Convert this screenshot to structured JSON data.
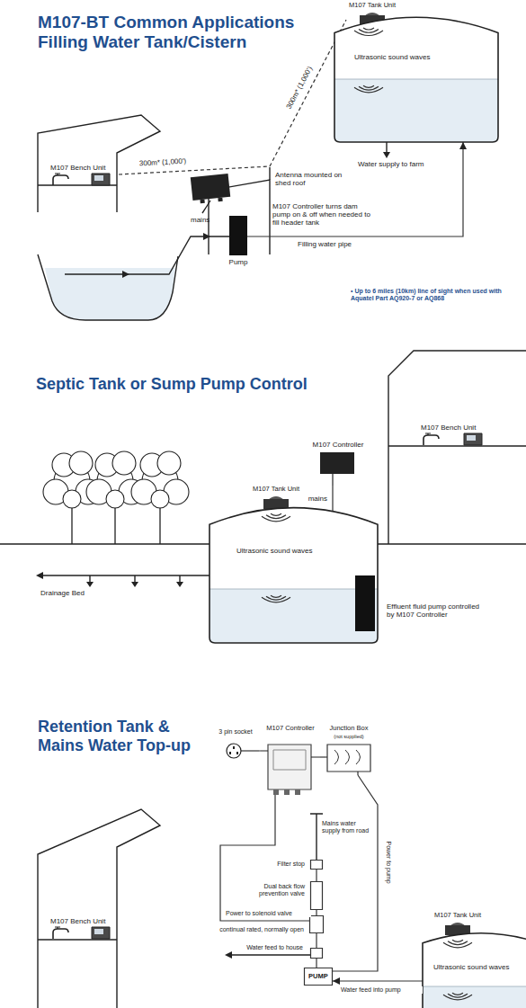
{
  "diagram": {
    "title": "M107-BT Common Applications Filling Water Tank/Cistern",
    "nodes": [
      {
        "text": [
          "M107 Bench Unit"
        ]
      },
      {
        "text": [
          "M107 Controller turns dam pump on & off when needed to fill header tank"
        ]
      },
      {
        "text": [
          "Pump"
        ]
      },
      {
        "text": [
          "M107 Tank Unit"
        ]
      },
      {
        "text": [
          "Ultrasonic sound waves"
        ]
      },
      {
        "text": [
          "M107 Bench Unit"
        ]
      },
      {
        "text": [
          "M107 Controller"
        ]
      },
      {
        "text": [
          "M107 Tank Unit"
        ]
      },
      {
        "text": [
          "Ultrasonic sound waves"
        ]
      },
      {
        "text": [
          "Effluent fluid pump controlled by M107 Controller"
        ]
      },
      {
        "text": [
          "3 pin socket"
        ]
      },
      {
        "text": [
          "M107 Controller"
        ]
      },
      {
        "text": [
          "Junction Box",
          "(not supplied)"
        ]
      },
      {
        "text": [
          "M107 Bench Unit"
        ]
      },
      {
        "text": [
          "Filter stop"
        ]
      },
      {
        "text": [
          "Dual back flow prevention valve"
        ]
      },
      {
        "text": [
          "continual rated, normally open"
        ]
      },
      {
        "text": [
          "Water feed to house"
        ]
      },
      {
        "text": [
          "PUMP"
        ]
      },
      {
        "text": [
          "M107 Tank Unit"
        ]
      },
      {
        "text": [
          "Ultrasonic sound waves"
        ]
      }
    ],
    "edges": [
      {
        "from": 0,
        "to": 1,
        "label": "300m* (1,000')",
        "arrow": "none"
      },
      {
        "from": 1,
        "to": 3,
        "label": "300m* (1,000')",
        "arrow": "none"
      },
      {
        "from": 2,
        "to": 4,
        "label": "Filling water pipe",
        "arrow": "to"
      },
      {
        "from": 6,
        "to": 9,
        "arrow": "none"
      },
      {
        "from": 10,
        "to": 11,
        "arrow": "none"
      },
      {
        "from": 11,
        "to": 12,
        "arrow": "none"
      },
      {
        "from": 12,
        "to": 18,
        "label": "Power to pump",
        "arrow": "none"
      },
      {
        "from": 11,
        "to": 16,
        "label": "Power to solenoid valve",
        "arrow": "none"
      },
      {
        "from": 14,
        "to": 15,
        "arrow": "none"
      },
      {
        "from": 15,
        "to": 16,
        "arrow": "none"
      },
      {
        "from": 16,
        "to": 17,
        "arrow": "none"
      },
      {
        "from": 18,
        "to": 17,
        "arrow": "none"
      },
      {
        "from": 20,
        "to": 18,
        "label": "Water feed into pump",
        "arrow": "to"
      }
    ],
    "labels": [
      "Antenna mounted on shed roof",
      "mains",
      "Water supply to farm",
      "• Up to 6 miles (10km) line of sight when used with Aquatel Part AQ920-7 or AQ868",
      "Septic Tank or Sump Pump Control",
      "mains",
      "Drainage Bed",
      "Retention Tank & Mains Water Top-up",
      "Mains water supply from road"
    ]
  }
}
